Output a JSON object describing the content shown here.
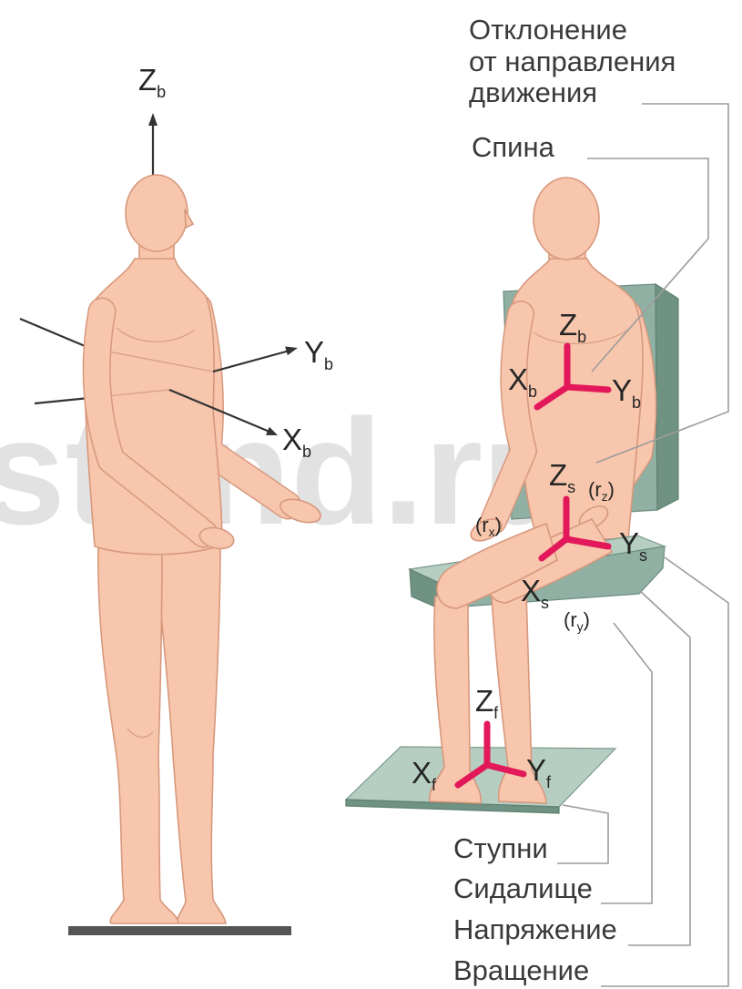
{
  "watermark": "stend.ru",
  "standing_figure": {
    "axes": {
      "z": {
        "letter": "Z",
        "sub": "b"
      },
      "y": {
        "letter": "Y",
        "sub": "b"
      },
      "x": {
        "letter": "X",
        "sub": "b"
      }
    }
  },
  "seated_figure": {
    "back_axes": {
      "z": {
        "letter": "Z",
        "sub": "b"
      },
      "x": {
        "letter": "X",
        "sub": "b"
      },
      "y": {
        "letter": "Y",
        "sub": "b"
      }
    },
    "seat_axes": {
      "z": {
        "letter": "Z",
        "sub": "s"
      },
      "rz": {
        "open": "(r",
        "sub": "z",
        "close": ")"
      },
      "rx": {
        "open": "(r",
        "sub": "x",
        "close": ")"
      },
      "y": {
        "letter": "Y",
        "sub": "s"
      },
      "x": {
        "letter": "X",
        "sub": "s"
      },
      "ry": {
        "open": "(r",
        "sub": "y",
        "close": ")"
      }
    },
    "feet_axes": {
      "z": {
        "letter": "Z",
        "sub": "f"
      },
      "x": {
        "letter": "X",
        "sub": "f"
      },
      "y": {
        "letter": "Y",
        "sub": "f"
      }
    }
  },
  "callouts": {
    "direction_deviation": {
      "line1": "Отклонение",
      "line2": "от направления",
      "line3": "движения"
    },
    "back": "Спина",
    "feet": "Ступни",
    "seat": "Сидалище",
    "stress": "Напряжение",
    "rotation": "Вращение"
  },
  "colors": {
    "skin": "#f7c6ac",
    "skin_outline": "#d7987d",
    "axis_red": "#e3185b",
    "seat_front": "#8fb0a2",
    "seat_side": "#6f9282",
    "seat_top": "#b6cdc2",
    "platform": "#555555",
    "watermark": "#e2e2e2"
  }
}
